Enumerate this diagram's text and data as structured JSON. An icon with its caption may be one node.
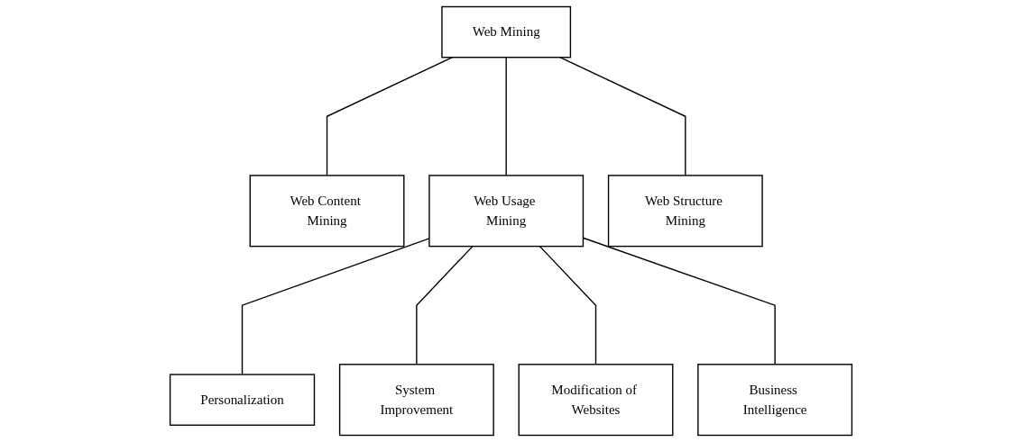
{
  "diagram": {
    "nodes": [
      {
        "text": [
          "Web Mining"
        ]
      },
      {
        "text": [
          "Web Content Mining"
        ]
      },
      {
        "text": [
          "Web Usage Mining"
        ]
      },
      {
        "text": [
          "Web Structure Mining"
        ]
      },
      {
        "text": [
          "Personalization"
        ]
      },
      {
        "text": [
          "System Improvement"
        ]
      },
      {
        "text": [
          "Modification of Websites"
        ]
      },
      {
        "text": [
          "Business Intelligence"
        ]
      }
    ],
    "edges": [
      {
        "from": 0,
        "to": 1,
        "arrow": "none"
      },
      {
        "from": 0,
        "to": 2,
        "arrow": "none"
      },
      {
        "from": 0,
        "to": 3,
        "arrow": "none"
      },
      {
        "from": 2,
        "to": 4,
        "arrow": "none"
      },
      {
        "from": 2,
        "to": 5,
        "arrow": "none"
      },
      {
        "from": 2,
        "to": 6,
        "arrow": "none"
      },
      {
        "from": 2,
        "to": 7,
        "arrow": "none"
      }
    ]
  }
}
